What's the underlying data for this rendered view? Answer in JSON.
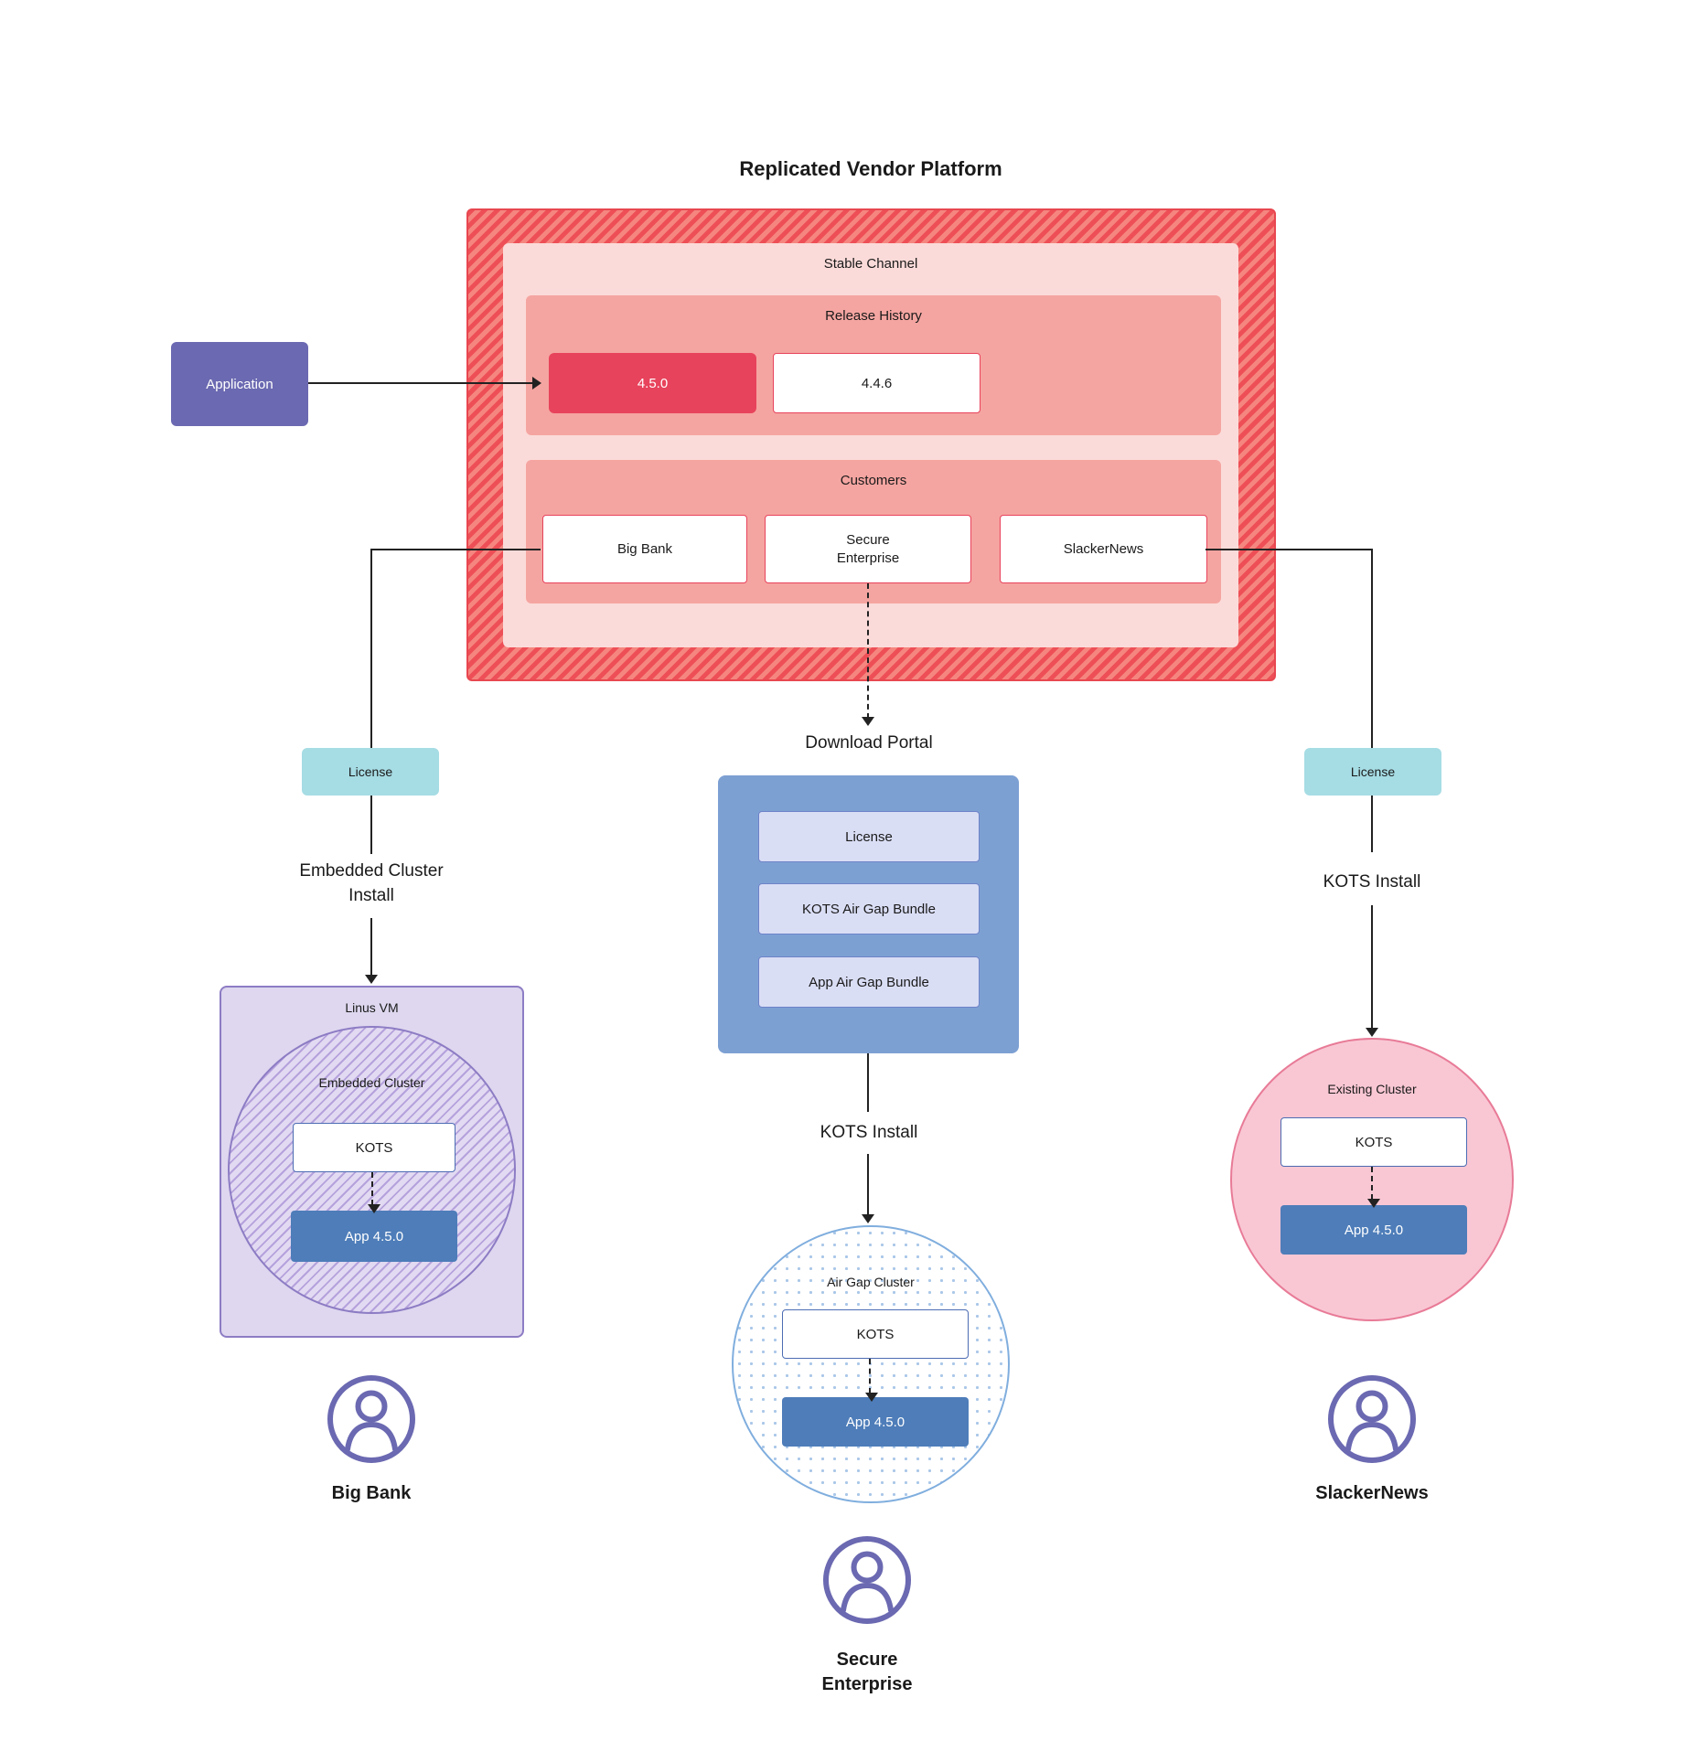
{
  "title": "Replicated Vendor Platform",
  "application": {
    "label": "Application"
  },
  "platform": {
    "stable_channel": {
      "label": "Stable Channel",
      "release_history": {
        "label": "Release History",
        "releases": [
          {
            "version": "4.5.0"
          },
          {
            "version": "4.4.6"
          }
        ]
      },
      "customers": {
        "label": "Customers",
        "items": [
          {
            "name": "Big Bank"
          },
          {
            "name": "Secure Enterprise"
          },
          {
            "name": "SlackerNews"
          }
        ]
      }
    }
  },
  "download_portal": {
    "title": "Download Portal",
    "items": [
      {
        "label": "License"
      },
      {
        "label": "KOTS Air Gap Bundle"
      },
      {
        "label": "App Air Gap Bundle"
      }
    ]
  },
  "branches": {
    "big_bank": {
      "license": "License",
      "install_method": "Embedded Cluster Install",
      "vm_label": "Linus VM",
      "cluster_label": "Embedded Cluster",
      "kots": "KOTS",
      "app": "App 4.5.0",
      "customer": "Big Bank"
    },
    "secure_enterprise": {
      "install_method": "KOTS Install",
      "cluster_label": "Air Gap Cluster",
      "kots": "KOTS",
      "app": "App 4.5.0",
      "customer": "Secure Enterprise"
    },
    "slackernews": {
      "license": "License",
      "install_method": "KOTS Install",
      "cluster_label": "Existing Cluster",
      "kots": "KOTS",
      "app": "App 4.5.0",
      "customer": "SlackerNews"
    }
  },
  "colors": {
    "platform_red": "#ee4f57",
    "channel_pink": "#fbdbd9",
    "section_salmon": "#f5a5a1",
    "release_highlight_red": "#e8435c",
    "application_purple": "#6b69b1",
    "license_teal": "#a6dce4",
    "portal_blue": "#7da0d3",
    "bundle_lavender": "#dadef5",
    "app_node_blue": "#4e7db9",
    "vm_lavender": "#ded7ef",
    "cluster_purple_border": "#8d7cc4",
    "existing_cluster_pink": "#f9c7d4",
    "person_purple": "#6b69b1"
  }
}
